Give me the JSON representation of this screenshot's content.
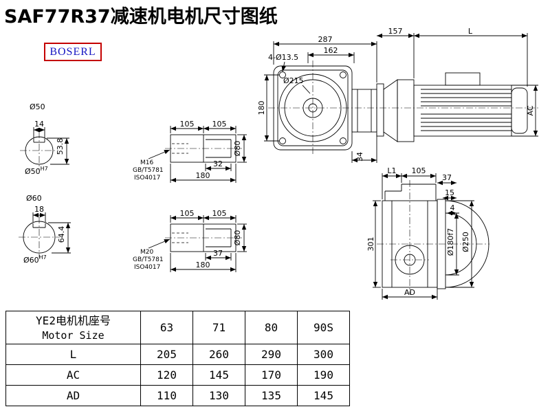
{
  "title": "SAF77R37减速机电机尺寸图纸",
  "brand": "BOSERL",
  "labels": {
    "shaft1_dia": "Ø50",
    "shaft1_key_w": "14",
    "shaft1_h": "53.8",
    "shaft1_fit": "Ø50",
    "shaft1_fit_sup": "H7",
    "shaft2_dia": "Ø60",
    "shaft2_key_w": "18",
    "shaft2_h": "64.4",
    "shaft2_fit": "Ø60",
    "shaft2_fit_sup": "H7",
    "detail1_l1": "105",
    "detail1_l2": "105",
    "detail1_key": "32",
    "detail1_total": "180",
    "detail1_dia": "Ø80",
    "detail1_thread": "M16",
    "detail1_std1": "GB/T5781",
    "detail1_std2": "ISO4017",
    "detail2_l1": "105",
    "detail2_l2": "105",
    "detail2_key": "37",
    "detail2_total": "180",
    "detail2_dia": "Ø80",
    "detail2_thread": "M20",
    "detail2_std1": "GB/T5781",
    "detail2_std2": "ISO4017",
    "main_287": "287",
    "main_162": "162",
    "main_157": "157",
    "main_L": "L",
    "main_holes": "4-Ø13.5",
    "main_215": "Ø215",
    "main_180": "180",
    "main_34": "34",
    "main_AC": "AC",
    "side_L1": "L1",
    "side_105": "105",
    "side_37": "37",
    "side_15": "15",
    "side_4": "4",
    "side_301": "301",
    "side_d180": "Ø180f7",
    "side_d250": "Ø250",
    "side_AD": "AD"
  },
  "table": {
    "header_cn": "YE2电机机座号",
    "header_en": "Motor Size",
    "sizes": [
      "63",
      "71",
      "80",
      "90S"
    ],
    "rows": [
      {
        "label": "L",
        "values": [
          "205",
          "260",
          "290",
          "300"
        ]
      },
      {
        "label": "AC",
        "values": [
          "120",
          "145",
          "170",
          "190"
        ]
      },
      {
        "label": "AD",
        "values": [
          "110",
          "130",
          "135",
          "145"
        ]
      }
    ]
  }
}
